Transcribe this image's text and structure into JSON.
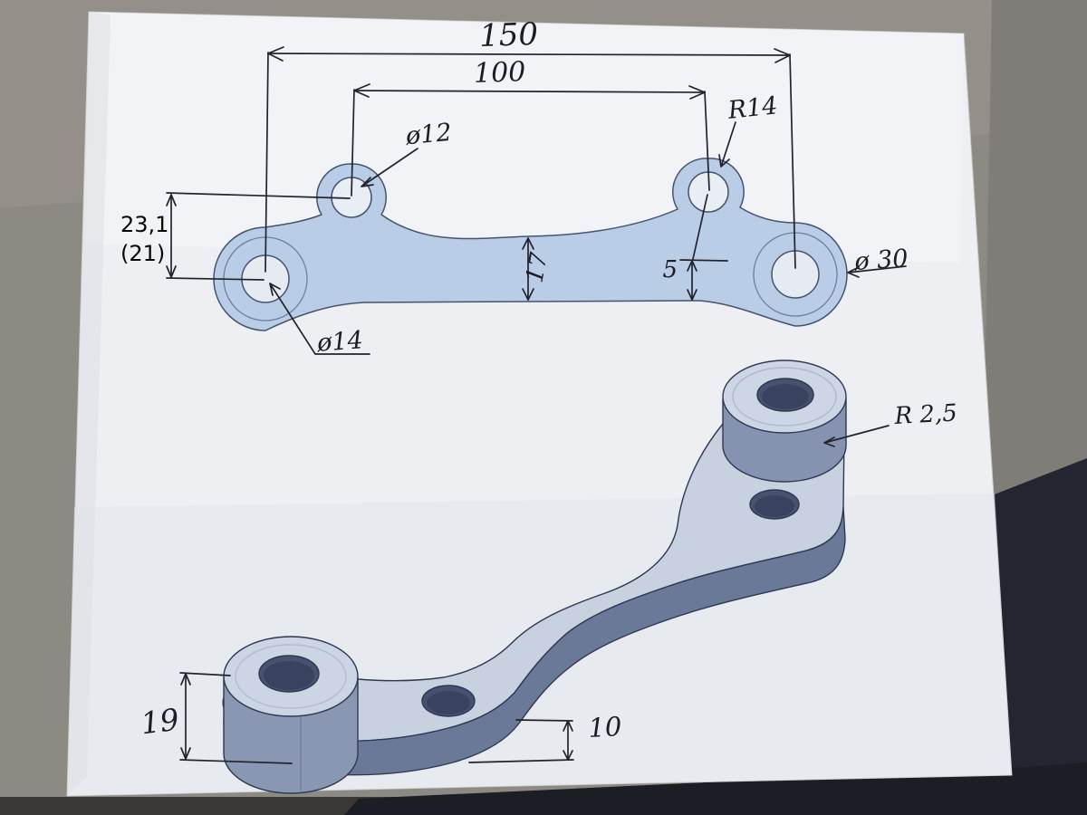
{
  "front_view": {
    "dim_overall_width": "150",
    "dim_upper_hole_spacing": "100",
    "dim_ear_radius": "R14",
    "dim_upper_hole_dia": "ø12",
    "dim_boss_outer_dia": "ø 30",
    "dim_bore_dia": "ø14",
    "dim_web_height": "17",
    "dim_bottom_offset": "5",
    "dim_vertical_primary": "23,1",
    "dim_vertical_secondary": "(21)"
  },
  "iso_view": {
    "dim_fillet_radius": "R 2,5",
    "dim_boss_height": "19",
    "dim_plate_thickness": "10"
  }
}
